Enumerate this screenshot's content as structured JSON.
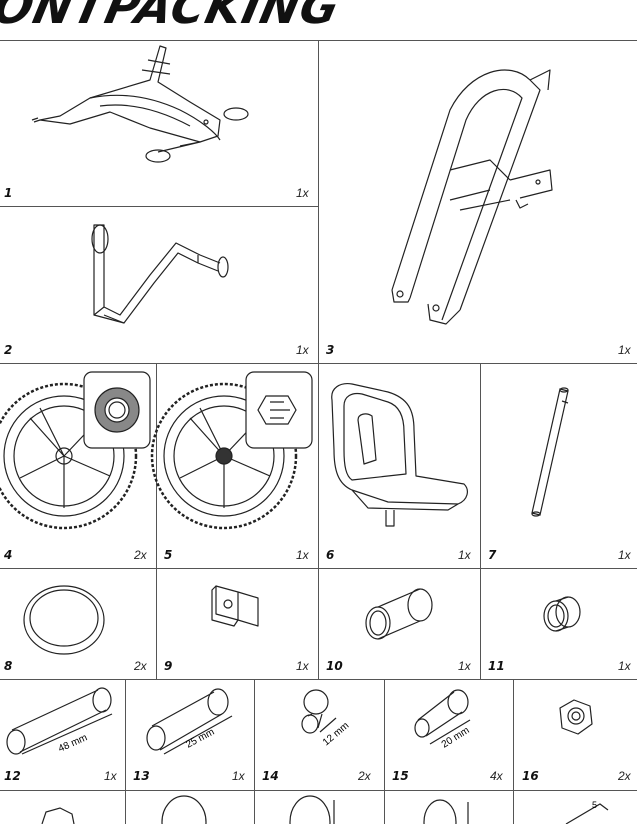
{
  "page": {
    "title": "ONTPACKING"
  },
  "parts": [
    {
      "id": "1",
      "qty": "1x",
      "icon": "frame-base-icon"
    },
    {
      "id": "2",
      "qty": "1x",
      "icon": "crank-handle-icon"
    },
    {
      "id": "3",
      "qty": "1x",
      "icon": "front-fork-icon"
    },
    {
      "id": "4",
      "qty": "2x",
      "icon": "wheel-bearing-icon"
    },
    {
      "id": "5",
      "qty": "1x",
      "icon": "wheel-hex-icon"
    },
    {
      "id": "6",
      "qty": "1x",
      "icon": "seat-icon"
    },
    {
      "id": "7",
      "qty": "1x",
      "icon": "axle-rod-icon"
    },
    {
      "id": "8",
      "qty": "2x",
      "icon": "cap-ring-icon"
    },
    {
      "id": "9",
      "qty": "1x",
      "icon": "clip-bracket-icon"
    },
    {
      "id": "10",
      "qty": "1x",
      "icon": "long-bush-icon"
    },
    {
      "id": "11",
      "qty": "1x",
      "icon": "short-bush-icon"
    },
    {
      "id": "12",
      "qty": "1x",
      "icon": "pin-48mm-icon",
      "dim": "48 mm"
    },
    {
      "id": "13",
      "qty": "1x",
      "icon": "pin-25mm-icon",
      "dim": "25 mm"
    },
    {
      "id": "14",
      "qty": "2x",
      "icon": "pin-12mm-icon",
      "dim": "12 mm"
    },
    {
      "id": "15",
      "qty": "4x",
      "icon": "bolt-20mm-icon",
      "dim": "20 mm"
    },
    {
      "id": "16",
      "qty": "2x",
      "icon": "lock-nut-icon"
    }
  ],
  "bottom_row": {
    "hex_key_label": "5"
  }
}
